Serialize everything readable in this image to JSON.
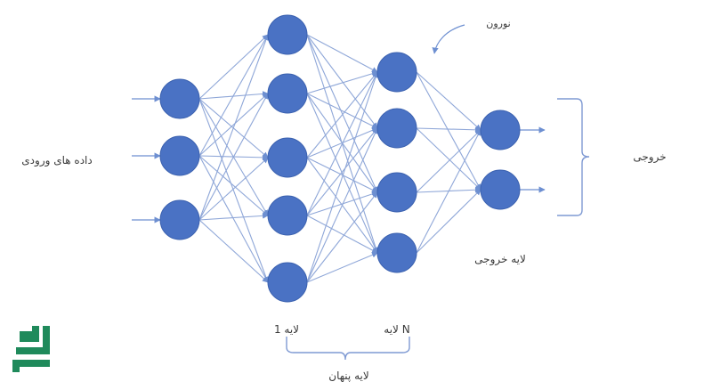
{
  "labels": {
    "input_data": "داده های ورودی",
    "neuron": "نورون",
    "output": "خروجی",
    "output_layer": "لایه خروجی",
    "layer_1": "لایه 1",
    "layer_n": "لایه N",
    "hidden_layer": "لایه پنهان"
  },
  "layers": [
    {
      "name": "input",
      "count": 3
    },
    {
      "name": "hidden-1",
      "count": 5
    },
    {
      "name": "hidden-n",
      "count": 4
    },
    {
      "name": "output",
      "count": 2
    }
  ],
  "colors": {
    "node": "#4a72c4",
    "edge": "#8fa7d8",
    "logo": "#1f8a5b"
  },
  "logo_icon": "brand-logo-icon"
}
